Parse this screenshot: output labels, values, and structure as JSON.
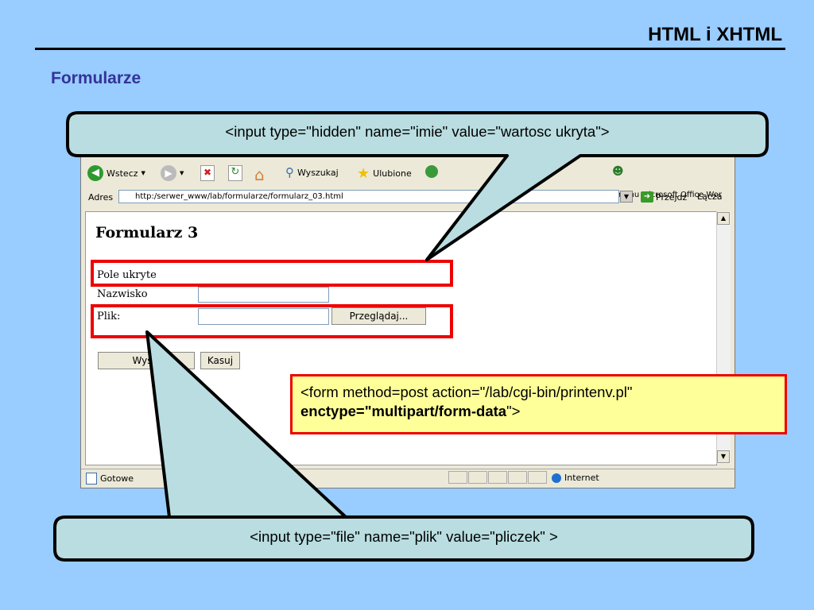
{
  "slide": {
    "title": "HTML i XHTML",
    "subtitle": "Formularze"
  },
  "browser": {
    "toolbar": {
      "back_label": "Wstecz",
      "search_label": "Wyszukaj",
      "favorites_label": "Ulubione",
      "office_hint": "pomocą programu Microsoft Office Wor"
    },
    "address": {
      "label": "Adres",
      "url": "http:/serwer_www/lab/formularze/formularz_03.html",
      "go_label": "Przejdź",
      "links_label": "Łącza"
    },
    "page": {
      "heading": "Formularz 3",
      "hidden_label": "Pole ukryte",
      "surname_label": "Nazwisko",
      "file_label": "Plik:",
      "browse_button": "Przeglądaj...",
      "submit_button": "Wyślij",
      "reset_button": "Kasuj"
    },
    "status": {
      "left": "Gotowe",
      "zone": "Internet"
    }
  },
  "callouts": {
    "top": "<input type=\"hidden\" name=\"imie\" value=\"wartosc ukryta\">",
    "bottom": "<input type=\"file\" name=\"plik\" value=\"pliczek\" >",
    "form_line1": "<form method=post action=\"/lab/cgi-bin/printenv.pl\"",
    "form_bold": "enctype=\"multipart/form-data",
    "form_tail": "\">"
  },
  "colors": {
    "background": "#99ccff",
    "subtitle": "#333399",
    "callout_fill": "#b9dde0",
    "highlight": "#ee0000",
    "note_fill": "#ffff99"
  }
}
